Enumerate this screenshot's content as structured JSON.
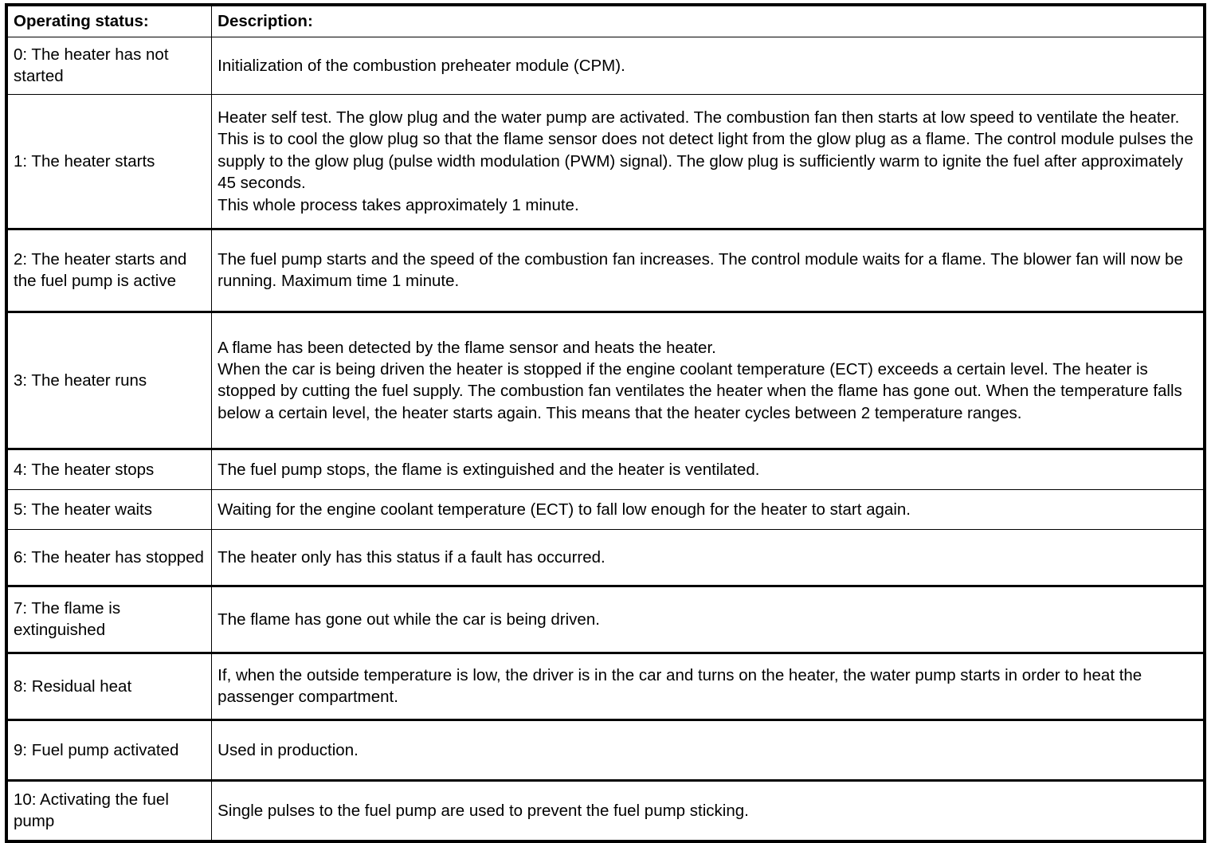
{
  "table": {
    "headers": {
      "status": "Operating status:",
      "description": "Description:"
    },
    "rows": [
      {
        "status": "0: The heater has not started",
        "description_lines": [
          "Initialization of the combustion preheater module (CPM)."
        ]
      },
      {
        "status": "1: The heater starts",
        "description_lines": [
          "Heater self test. The glow plug and the water pump are activated. The combustion fan then starts at low speed to ventilate the heater. This is to cool the glow plug so that the flame sensor does not detect light from the glow plug as a flame. The control module pulses the supply to the glow plug (pulse width modulation (PWM) signal). The glow plug is sufficiently warm to ignite the fuel after approximately 45 seconds.",
          "This whole process takes approximately 1 minute."
        ]
      },
      {
        "status": "2: The heater starts and the fuel pump is active",
        "description_lines": [
          "The fuel pump starts and the speed of the combustion fan increases. The control module waits for a flame. The blower fan will now be running. Maximum time 1 minute."
        ]
      },
      {
        "status": "3: The heater runs",
        "description_lines": [
          "A flame has been detected by the flame sensor and heats the heater.",
          "When the car is being driven the heater is stopped if the engine coolant temperature (ECT) exceeds a certain level. The heater is stopped by cutting the fuel supply. The combustion fan ventilates the heater when the flame has gone out. When the temperature falls below a certain level, the heater starts again. This means that the heater cycles between 2 temperature ranges."
        ]
      },
      {
        "status": "4: The heater stops",
        "description_lines": [
          "The fuel pump stops, the flame is extinguished and the heater is ventilated."
        ]
      },
      {
        "status": "5: The heater waits",
        "description_lines": [
          "Waiting for the engine coolant temperature (ECT) to fall low enough for the heater to start again."
        ]
      },
      {
        "status": "6: The heater has stopped",
        "description_lines": [
          "The heater only has this status if a fault has occurred."
        ]
      },
      {
        "status": "7: The flame is extinguished",
        "description_lines": [
          "The flame has gone out while the car is being driven."
        ]
      },
      {
        "status": "8: Residual heat",
        "description_lines": [
          "If, when the outside temperature is low, the driver is in the car and turns on the heater, the water pump starts in order to heat the passenger compartment."
        ]
      },
      {
        "status": "9: Fuel pump activated",
        "description_lines": [
          "Used in production."
        ]
      },
      {
        "status": "10: Activating the fuel pump",
        "description_lines": [
          "Single pulses to the fuel pump are used to prevent the fuel pump sticking."
        ]
      }
    ]
  },
  "colors": {
    "border": "#000000",
    "text": "#000000",
    "background": "#ffffff"
  }
}
